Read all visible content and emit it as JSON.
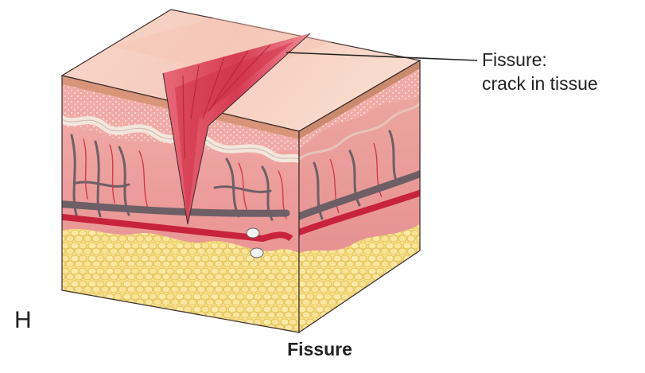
{
  "callout": {
    "title": "Fissure:",
    "description": "crack in tissue"
  },
  "panel_letter": "H",
  "caption": "Fissure",
  "colors": {
    "epidermis_surface": "#f6cfc0",
    "epidermis_right_face": "#eec0b0",
    "stratum_corneum_edge": "#c98a6e",
    "dermis": "#ef9f9c",
    "dermis_dark": "#e07f82",
    "fissure_red": "#d9465a",
    "vein_gray": "#6e5f66",
    "artery_red": "#c8233d",
    "subcutaneous_fat": "#f7df7c",
    "fat_lobule_outline": "#e2c25a",
    "outline": "#3a2a2a"
  }
}
